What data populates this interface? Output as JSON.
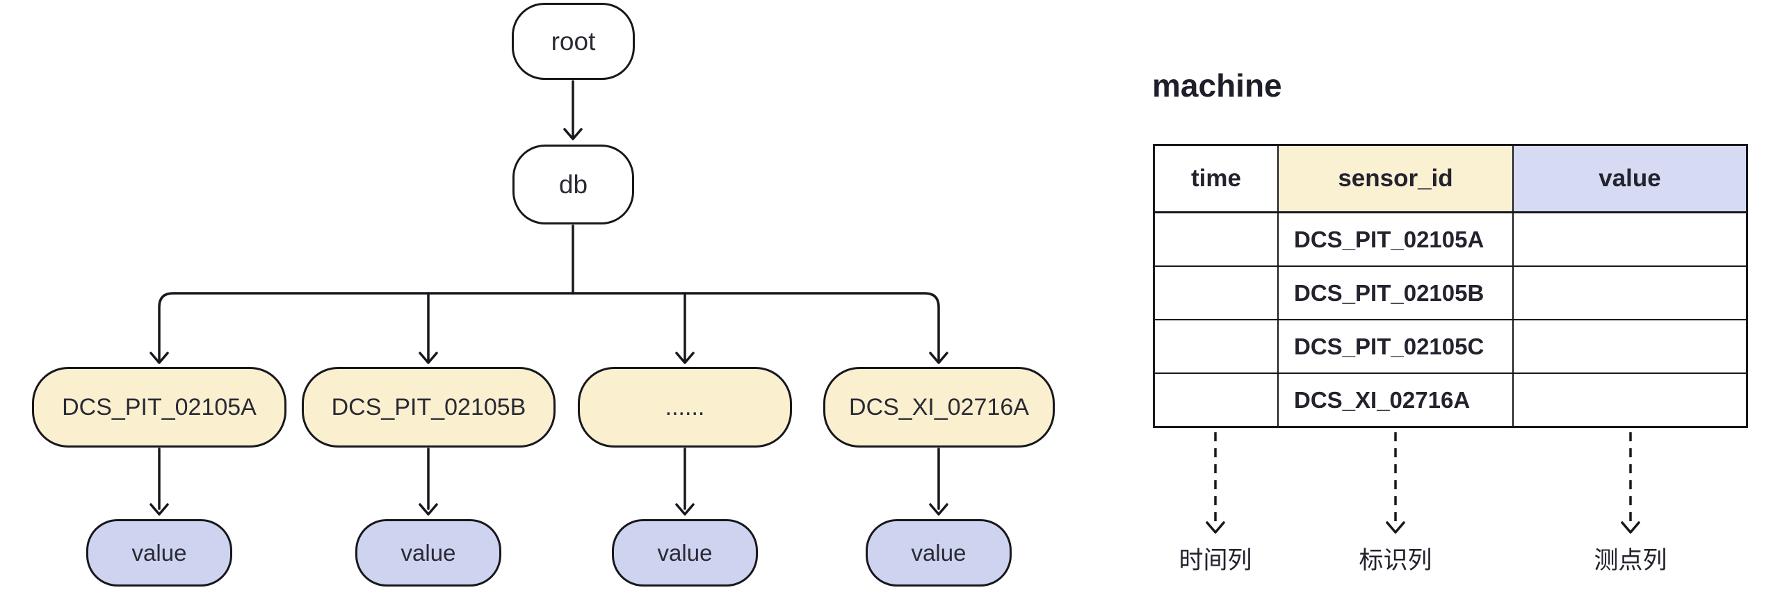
{
  "diagram": {
    "root_label": "root",
    "db_label": "db",
    "sensor_nodes": [
      "DCS_PIT_02105A",
      "DCS_PIT_02105B",
      "......",
      "DCS_XI_02716A"
    ],
    "value_labels": [
      "value",
      "value",
      "value",
      "value"
    ]
  },
  "table": {
    "title": "machine",
    "headers": [
      "time",
      "sensor_id",
      "value"
    ],
    "rows": [
      [
        "",
        "DCS_PIT_02105A",
        ""
      ],
      [
        "",
        "DCS_PIT_02105B",
        ""
      ],
      [
        "",
        "DCS_PIT_02105C",
        ""
      ],
      [
        "",
        "DCS_XI_02716A",
        ""
      ]
    ],
    "column_annotations": [
      "时间列",
      "标识列",
      "测点列"
    ]
  },
  "colors": {
    "sensor_node_fill": "#FAEFCE",
    "value_node_fill": "#CED4EF",
    "header_sensor_fill": "#FAF0D2",
    "header_value_fill": "#D6DBF3",
    "line_color": "#17171d",
    "text_color": "#23232e"
  }
}
